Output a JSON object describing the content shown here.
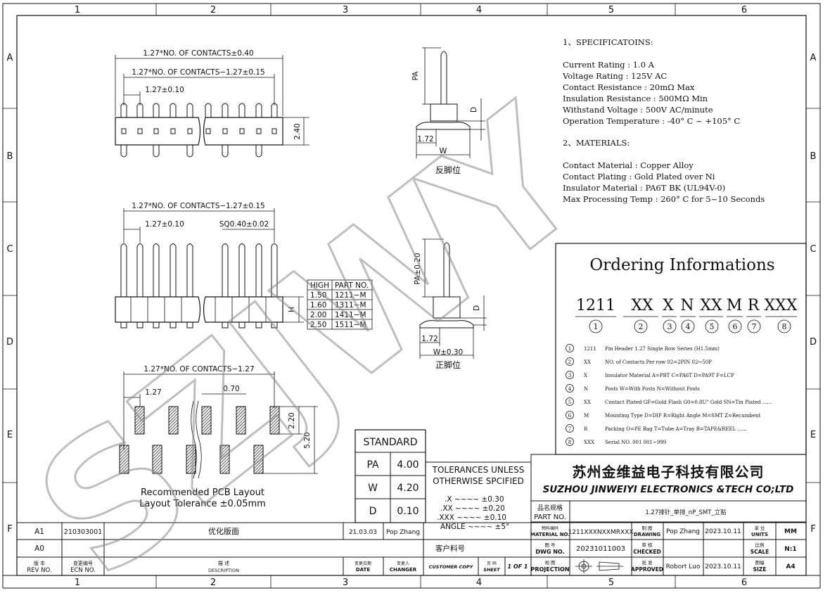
{
  "grid": {
    "cols": [
      "1",
      "2",
      "3",
      "4",
      "5",
      "6"
    ],
    "rows": [
      "A",
      "B",
      "C",
      "D",
      "E",
      "F"
    ]
  },
  "view1": {
    "dim_top": "1.27*NO. OF CONTACTS±0.40",
    "dim_mid": "1.27*NO. OF CONTACTS−1.27±0.15",
    "dim_pitch": "1.27±0.10",
    "dim_height": "2.40"
  },
  "view2": {
    "dim_mid": "1.27*NO. OF CONTACTS−1.27±0.15",
    "dim_pitch": "1.27±0.10",
    "dim_sq": "SQ0.40±0.02",
    "dim_h": "H",
    "table_headers": [
      "HIGH",
      "PART NO."
    ],
    "table_rows": [
      [
        "1.50",
        "1211−M"
      ],
      [
        "1.60",
        "1311−M"
      ],
      [
        "2.00",
        "1411−M"
      ],
      [
        "2.50",
        "1511−M"
      ]
    ]
  },
  "side_top": {
    "pa": "PA",
    "d": "D",
    "dim_172": "1.72",
    "w": "W",
    "caption": "反脚位"
  },
  "side_bottom": {
    "pa": "PA±0.20",
    "d": "D",
    "dim_172": "1.72",
    "w": "W±0.30",
    "caption": "正脚位"
  },
  "pcb": {
    "dim_top": "1.27*NO. OF CONTACTS−1.27",
    "dim_127": "1.27",
    "dim_070": "0.70",
    "dim_220": "2.20",
    "dim_520": "5.20",
    "caption1": "Recommended PCB Layout",
    "caption2": "Layout Tolerance ±0.05mm"
  },
  "specs": {
    "heading1": "1、SPECIFICATOINS:",
    "lines1": [
      "Current  Rating  : 1.0 A",
      "Voltage  Rating  : 125V AC",
      "Contact   Resistance   : 20mΩ  Max",
      "Insulation Resistance  : 500MΩ Min",
      "Withstand   Voltage    : 500V AC/minute",
      "Operation  Temperature : -40° C ~ +105° C"
    ],
    "heading2": "2、MATERIALS:",
    "lines2": [
      "Contact  Material   : Copper Alloy",
      "Contact  Plating    : Gold Plated over Ni",
      "Insulator Material  : PA6T  BK (UL94V-0)",
      "Max Processing Temp : 260° C for 5~10 Seconds"
    ]
  },
  "ordering": {
    "title": "Ordering Informations",
    "codes": [
      "1211",
      "XX",
      "X",
      "N",
      "XX",
      "M",
      "R",
      "XXX"
    ],
    "nums": [
      "1",
      "2",
      "3",
      "4",
      "5",
      "6",
      "7",
      "8"
    ],
    "rows": [
      {
        "num": "1",
        "code": "1211",
        "desc": "Pin  Header 1.27  Single Row Series (H1.5mm)"
      },
      {
        "num": "2",
        "code": "XX",
        "desc": "NO. of Contacts  Per   row     02=2PIN  02↔50P"
      },
      {
        "num": "3",
        "code": "X",
        "desc": "Insulator Material                 A=PBT C=PA6T  D=PA9T  F=LCP"
      },
      {
        "num": "4",
        "code": "N",
        "desc": "Posts                  W=With Posts   N=Without Posts"
      },
      {
        "num": "5",
        "code": "XX",
        "desc": "Contact Plated    GF=Gold Flash  G0=0.8U\" Gold   SN=Tin Plated ......"
      },
      {
        "num": "6",
        "code": "M",
        "desc": "Mounting Type       D=DIP  R=Right Angle  M=SMT  Z=Recumbent"
      },
      {
        "num": "7",
        "code": "R",
        "desc": "Packing            O=PE Bag  T=Tube A=Tray  B=TAPE&REEL ......"
      },
      {
        "num": "8",
        "code": "XXX",
        "desc": "Serial NO.            001     001~999"
      }
    ]
  },
  "standard": {
    "title": "STANDARD",
    "rows": [
      [
        "PA",
        "4.00"
      ],
      [
        "W",
        "4.20"
      ],
      [
        "D",
        "0.10"
      ]
    ]
  },
  "tolerances": {
    "title1": "TOLERANCES UNLESS",
    "title2": "OTHERWISE SPCIFIED",
    "lines": [
      ".X  ~~~~  ±0.30",
      ".XX  ~~~~  ±0.20",
      ".XXX  ~~~~  ±0.10",
      "ANGLE  ~~~~  ±5°"
    ]
  },
  "company": {
    "cn": "苏州金维益电子科技有限公司",
    "en": "SUZHOU JINWEIYI ELECTRONICS &TECH CO;LTD"
  },
  "titleblock": {
    "part_label_cn": "品名规格",
    "part_label_en": "PART NO.",
    "part_value": "1.27排针_单排_nP_SMT_立贴",
    "material_label_cn": "物料编码",
    "material_label_en": "MATERIAL NO.",
    "material_value": "1211XXXNXXMRXXX",
    "drawing_cn": "制 图",
    "drawing_en": "DRAWING",
    "drawer": "Pop Zhang",
    "draw_date": "2023.10.11",
    "units_cn": "单 位",
    "units_en": "UNITS",
    "units_value": "MM",
    "dwg_cn": "图 号",
    "dwg_en": "DWG NO.",
    "dwg_value": "20231011003",
    "checked_cn": "审 核",
    "checked_en": "CHECKED",
    "scale_cn": "比例",
    "scale_en": "SCALE",
    "scale_value": "N:1",
    "customer_label": "客户料号",
    "custcopy": "CUSTOMER COPY",
    "sheet_cn": "页 码",
    "sheet_en": "SHEET",
    "sheet_value": "1 OF 1",
    "proj_cn": "视 图",
    "proj_en": "PROJECTION",
    "approved_cn": "批 准",
    "approved_en": "APPROVED",
    "approver": "Robort Luo",
    "approve_date": "2023.10.11",
    "size_cn": "图幅",
    "size_en": "SIZE",
    "size_value": "A4"
  },
  "revisions": {
    "r1": {
      "rev": "A1",
      "ecn": "210303001",
      "desc": "优化版面",
      "date": "21.03.03",
      "changer": "Pop Zhang"
    },
    "r0": {
      "rev": "A0"
    },
    "hdr": {
      "rev_cn": "版 本",
      "rev_en": "REV NO.",
      "ecn_cn": "变更编号",
      "ecn_en": "ECN  NO.",
      "desc_cn": "描 述",
      "desc_en": "DESCRIPTION",
      "date_cn": "变更日期",
      "date_en": "DATE",
      "changer_cn": "变更人",
      "changer_en": "CHANGER"
    }
  },
  "watermark": "SZJWY",
  "icons": [
    "projection-symbol-icon"
  ]
}
